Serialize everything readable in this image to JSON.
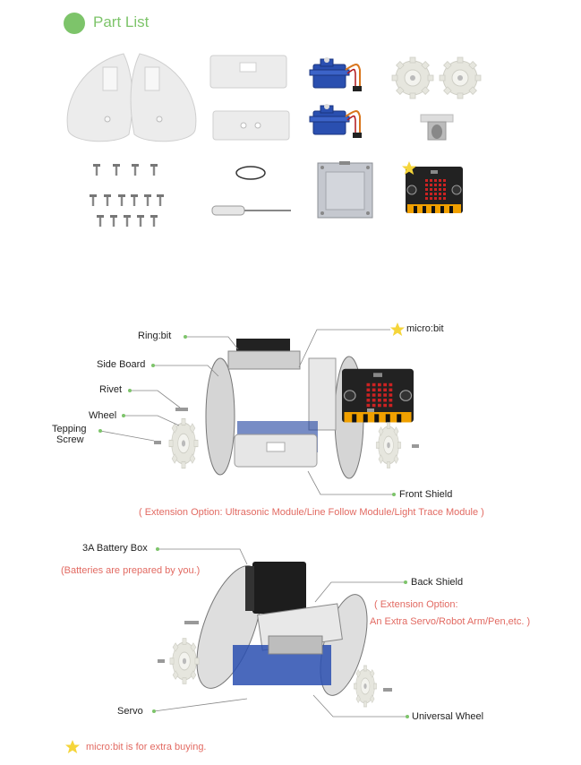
{
  "header": {
    "title": "Part List"
  },
  "labels": {
    "ringbit": "Ring:bit",
    "side_board": "Side Board",
    "rivet": "Rivet",
    "wheel": "Wheel",
    "tepping_line1": "Tepping",
    "tepping_line2": "Screw",
    "microbit": "micro:bit",
    "front_shield": "Front Shield",
    "battery_box": "3A Battery Box",
    "back_shield": "Back Shield",
    "servo": "Servo",
    "universal_wheel": "Universal Wheel"
  },
  "notes": {
    "extension_option_1": "( Extension Option: Ultrasonic Module/Line Follow Module/Light Trace Module )",
    "batteries_note": "(Batteries are prepared by you.)",
    "extension_option_2_line1": "( Extension Option:",
    "extension_option_2_line2": "An Extra Servo/Robot Arm/Pen,etc. )"
  },
  "footer": {
    "note": "micro:bit is for extra buying."
  },
  "colors": {
    "accent_green": "#7dc46a",
    "note_red": "#e26a62",
    "star_yellow": "#f5d53a",
    "servo_blue": "#2a4fb0",
    "board_black": "#222222"
  }
}
